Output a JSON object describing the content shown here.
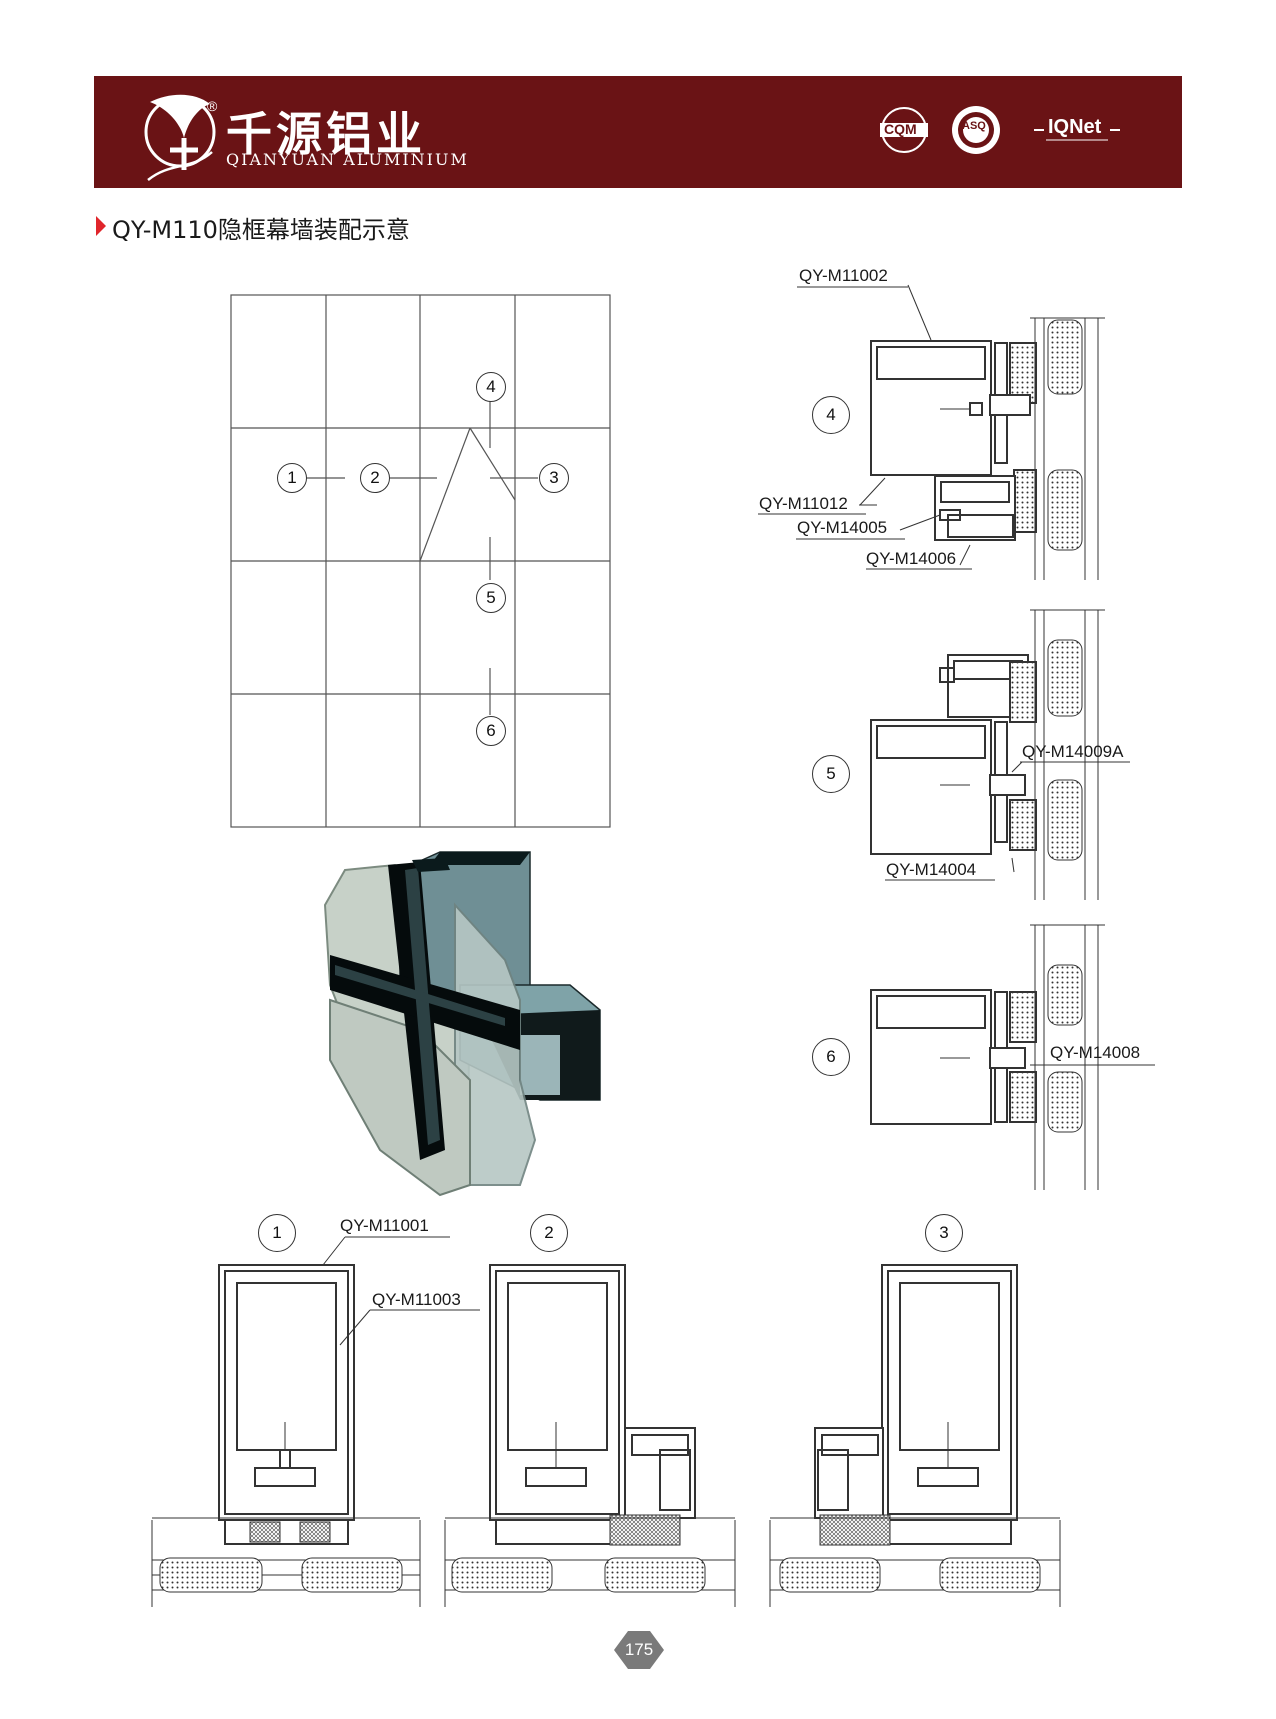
{
  "header": {
    "brand_cn": "千源铝业",
    "brand_en": "QIANYUAN ALUMINIUM",
    "logo_mark": "®",
    "certifications": [
      "CQM",
      "ASQ",
      "IQNet"
    ]
  },
  "title": "QY-M110隐框幕墙装配示意",
  "grid_diagram": {
    "markers": [
      "1",
      "2",
      "3",
      "4",
      "5",
      "6"
    ]
  },
  "sections": {
    "s4": {
      "marker": "4",
      "labels": [
        "QY-M11002",
        "QY-M11012",
        "QY-M14005",
        "QY-M14006"
      ]
    },
    "s5": {
      "marker": "5",
      "labels": [
        "QY-M14009A",
        "QY-M14004"
      ]
    },
    "s6": {
      "marker": "6",
      "labels": [
        "QY-M14008"
      ]
    },
    "s1": {
      "marker": "1",
      "labels": [
        "QY-M11001",
        "QY-M11003"
      ]
    },
    "s2": {
      "marker": "2"
    },
    "s3": {
      "marker": "3"
    }
  },
  "page_number": "175",
  "colors": {
    "banner": "#6a1315",
    "accent": "#e0252b",
    "page_badge": "#7a7a7a"
  }
}
